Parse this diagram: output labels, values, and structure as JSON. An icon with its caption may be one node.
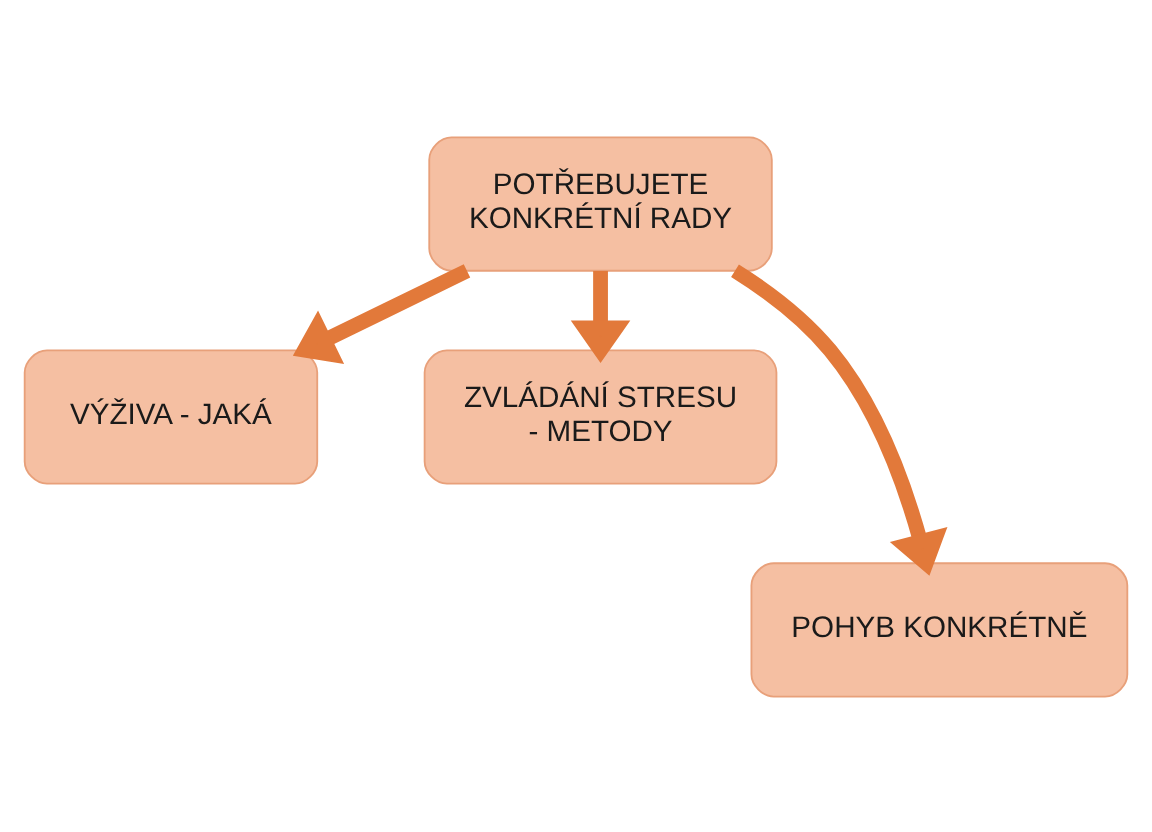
{
  "diagram": {
    "nodes": [
      {
        "text": [
          "POTŘEBUJETE KONKRÉTNÍ RADY"
        ]
      },
      {
        "text": [
          "VÝŽIVA - JAKÁ"
        ]
      },
      {
        "text": [
          "ZVLÁDÁNÍ STRESU - METODY"
        ]
      },
      {
        "text": [
          "POHYB KONKRÉTNĚ"
        ]
      }
    ],
    "edges": [
      {
        "from": 0,
        "to": 1,
        "arrow": "to"
      },
      {
        "from": 0,
        "to": 3,
        "arrow": "to"
      },
      {
        "from": 0,
        "to": 2,
        "arrow": "to"
      }
    ]
  }
}
